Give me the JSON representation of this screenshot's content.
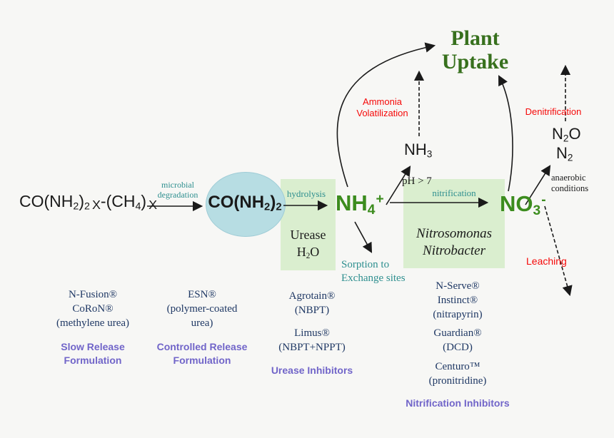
{
  "colors": {
    "background": "#f7f7f5",
    "ellipse_fill": "#b7dde3",
    "process_box_fill": "#daeecf",
    "teal_label": "#2e8f8f",
    "species_green": "#3c8c1e",
    "plant_uptake_green": "#37701d",
    "loss_red": "#f60808",
    "product_navy": "#1f3864",
    "category_purple": "#7165c9",
    "arrow_ink": "#1a1a1a"
  },
  "diagram": {
    "source_formula": {
      "p1": "CO(NH",
      "s1": "2",
      "p2": ")",
      "s2": "2",
      "s3": "X",
      "p3": "-(CH",
      "s4": "4",
      "p4": ")",
      "s5": "X"
    },
    "microbial_degradation": {
      "line1": "microbial",
      "line2": "degradation"
    },
    "urea": {
      "p1": "CO(NH",
      "s1": "2",
      "p2": ")",
      "s2": "2"
    },
    "hydrolysis_label": "hydrolysis",
    "urease_box": {
      "line1": "Urease",
      "h2o": {
        "p1": "H",
        "s1": "2",
        "p2": "O"
      }
    },
    "ammonium": {
      "p1": "NH",
      "sub": "4",
      "sup": "+"
    },
    "ph_condition": "pH > 7",
    "ammonia": {
      "p1": "NH",
      "sub": "3"
    },
    "ammonia_volatilization": {
      "line1": "Ammonia",
      "line2": "Volatilization"
    },
    "plant_uptake": {
      "line1": "Plant",
      "line2": "Uptake"
    },
    "nitrification_label": "nitrification",
    "bacteria_box": {
      "line1": "Nitrosomonas",
      "line2": "Nitrobacter"
    },
    "nitrate": {
      "p1": "NO",
      "sub": "3",
      "sup": "-"
    },
    "sorption": {
      "line1": "Sorption to",
      "line2": "Exchange sites"
    },
    "denitrification_label": "Denitrification",
    "nitrous_oxide": {
      "p1": "N",
      "sub": "2",
      "p2": "O"
    },
    "dinitrogen": {
      "p1": "N",
      "sub": "2"
    },
    "anaerobic": {
      "line1": "anaerobic",
      "line2": "conditions"
    },
    "leaching_label": "Leaching"
  },
  "products": {
    "slow_release": {
      "names": [
        "N-Fusion®",
        "CoRoN®",
        "(methylene urea)"
      ],
      "category_line1": "Slow Release",
      "category_line2": "Formulation"
    },
    "controlled_release": {
      "names": [
        "ESN®",
        "(polymer-coated",
        "urea)"
      ],
      "category_line1": "Controlled Release",
      "category_line2": "Formulation"
    },
    "urease_inhibitors": {
      "group1": [
        "Agrotain®",
        "(NBPT)"
      ],
      "group2": [
        "Limus®",
        "(NBPT+NPPT)"
      ],
      "category": "Urease Inhibitors"
    },
    "nitrification_inhibitors": {
      "group1": [
        "N-Serve®",
        "Instinct®",
        "(nitrapyrin)"
      ],
      "group2": [
        "Guardian®",
        "(DCD)"
      ],
      "group3": [
        "Centuro™",
        "(pronitridine)"
      ],
      "category": "Nitrification Inhibitors"
    }
  }
}
